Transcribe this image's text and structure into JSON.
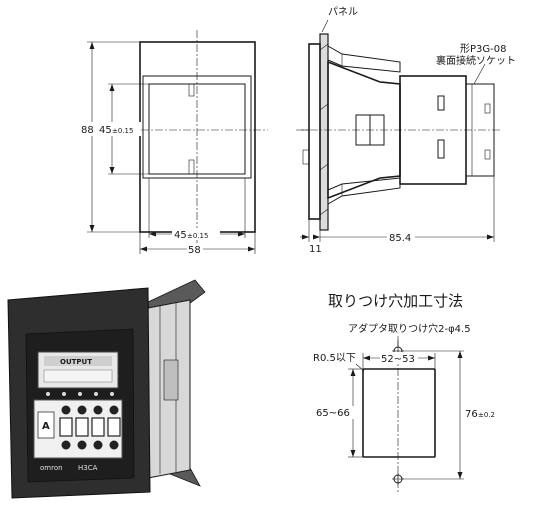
{
  "front_view": {
    "dim_height": "88",
    "dim_window_height": "45",
    "dim_window_height_tol": "±0.15",
    "dim_window_width": "45",
    "dim_window_width_tol": "±0.15",
    "dim_width": "58"
  },
  "side_view": {
    "label_panel": "パネル",
    "label_socket_model": "形P3G-08",
    "label_socket_desc": "裏面接続ソケット",
    "dim_flange": "11",
    "dim_depth": "85.4"
  },
  "device_photo": {
    "display_label": "OUTPUT",
    "brand": "omron",
    "model": "H3CA",
    "key_label": "A"
  },
  "cutout": {
    "title": "取りつけ穴加工寸法",
    "hole_label": "アダプタ取りつけ穴2-φ4.5",
    "radius_label": "R0.5以下",
    "dim_width": "52~53",
    "dim_height": "65~66",
    "dim_pitch": "76",
    "dim_pitch_tol": "±0.2"
  }
}
